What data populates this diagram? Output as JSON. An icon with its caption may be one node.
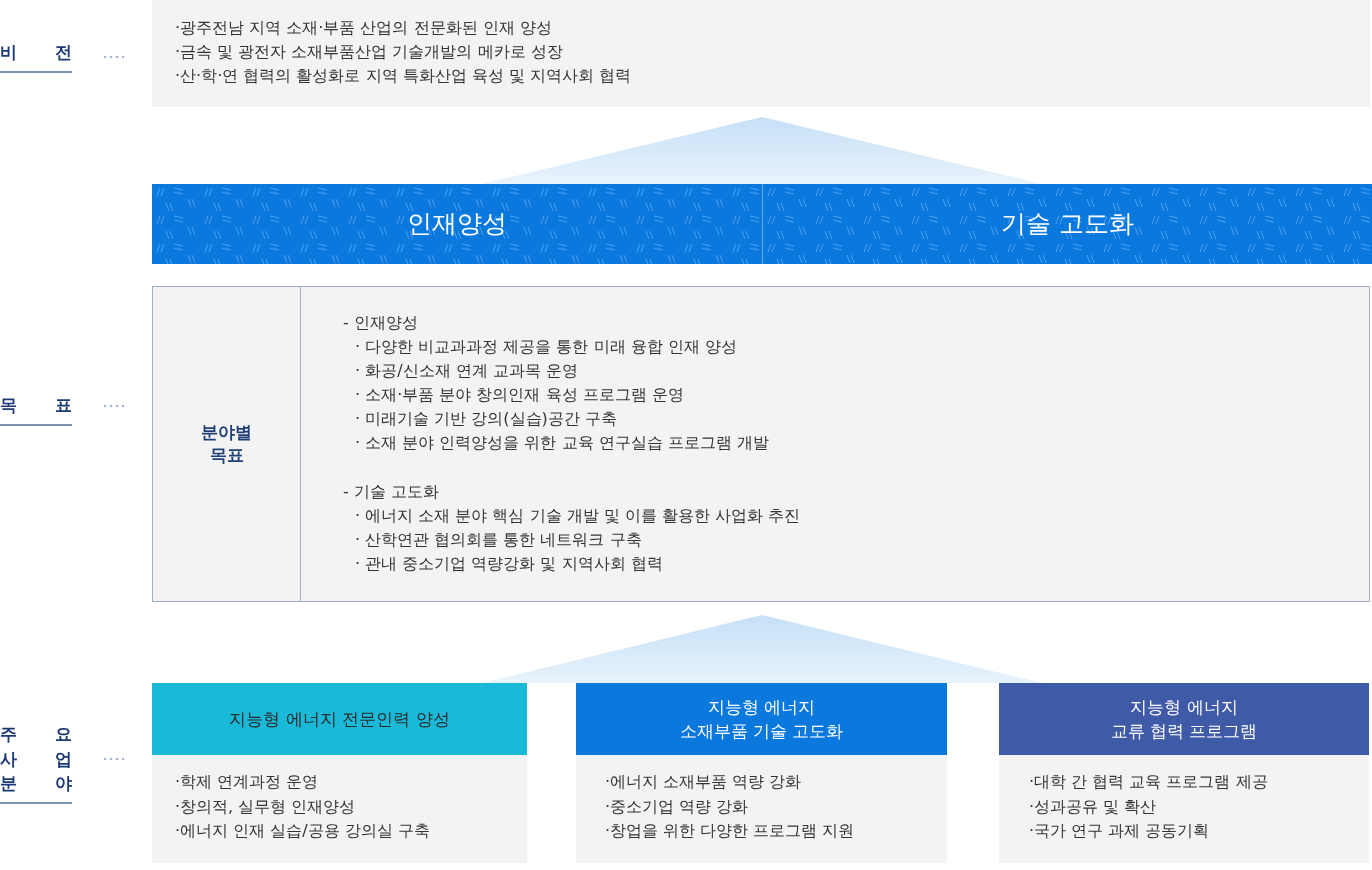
{
  "diagram": {
    "nodes": [
      {
        "text": [
          "·광주전남 지역 소재·부품 산업의 전문화된 인재 양성",
          "·금속 및 광전자 소재부품산업 기술개발의 메카로 성장",
          "·산·학·연 협력의 활성화로 지역 특화산업 육성 및 지역사회 협력"
        ]
      },
      {
        "text": [
          "인재양성"
        ]
      },
      {
        "text": [
          "기술 고도화"
        ]
      },
      {
        "text": [
          "분야별 목표",
          "- 인재양성",
          "· 다양한 비교과과정 제공을 통한 미래 융합 인재 양성",
          "· 화공/신소재 연계 교과목 운영",
          "· 소재·부품 분야 창의인재 육성 프로그램 운영",
          "· 미래기술 기반 강의(실습)공간 구축",
          "· 소재 분야 인력양성을 위한 교육 연구실습 프로그램 개발",
          "- 기술 고도화",
          "· 에너지 소재 분야 핵심 기술 개발 및 이를 활용한 사업화 추진",
          "· 산학연관 협의회를 통한 네트워크 구축",
          "· 관내 중소기업 역량강화 및 지역사회 협력"
        ]
      },
      {
        "text": [
          "지능형 에너지 전문인력 양성",
          "·학제 연계과정 운영",
          "·창의적, 실무형 인재양성",
          "·에너지 인재 실습/공용 강의실 구축"
        ]
      },
      {
        "text": [
          "지능형 에너지 소재부품 기술 고도화",
          "·에너지 소재부품 역량 강화",
          "·중소기업 역량 강화",
          "·창업을 위한 다양한 프로그램 지원"
        ]
      },
      {
        "text": [
          "지능형 에너지 교류 협력 프로그램",
          "·대학 간 협력 교육 프로그램 제공",
          "·성과공유 및 확산",
          "·국가 연구 과제 공동기획"
        ]
      }
    ],
    "labels": [
      "비 전",
      "목 표",
      "주 요 사 업 분 야"
    ]
  }
}
